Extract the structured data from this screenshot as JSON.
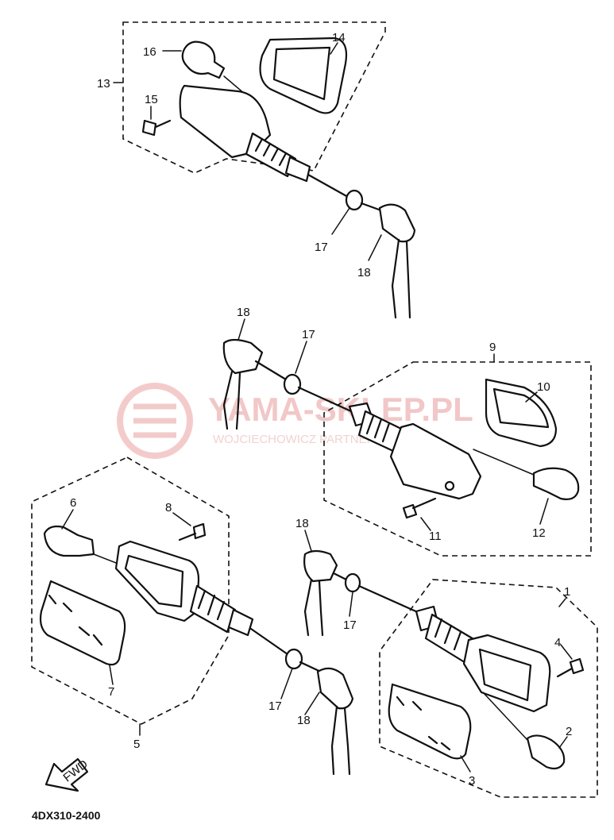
{
  "diagram": {
    "code": "4DX310-2400",
    "fwd_label": "FWD",
    "watermark": {
      "main": "YAMA-SKLEP.PL",
      "sub": "WOJCIECHOWICZ PARTNER YAMAHA"
    },
    "callouts": {
      "n1": "1",
      "n2": "2",
      "n3": "3",
      "n4": "4",
      "n5": "5",
      "n6": "6",
      "n7": "7",
      "n8": "8",
      "n9": "9",
      "n10": "10",
      "n11": "11",
      "n12": "12",
      "n13": "13",
      "n14": "14",
      "n15": "15",
      "n16": "16",
      "n17a": "17",
      "n17b": "17",
      "n17c": "17",
      "n17d": "17",
      "n18a": "18",
      "n18b": "18",
      "n18c": "18",
      "n18d": "18"
    }
  },
  "colors": {
    "ink": "#111111",
    "watermark": "#e8a3a3"
  }
}
